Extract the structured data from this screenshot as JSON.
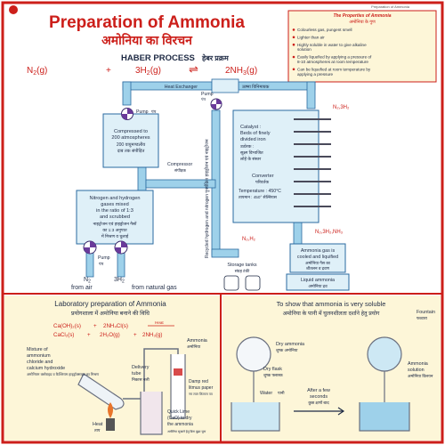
{
  "header": {
    "publisher": "",
    "top_right": "Preparation of Ammonia",
    "title_en": "Preparation of Ammonia",
    "title_hi": "अमोनिया का विरचन",
    "process_en": "HABER PROCESS",
    "process_hi": "हेबर प्रक्रम"
  },
  "equation": {
    "n2": "N",
    "n2_sub": "2",
    "n2_state": "(g)",
    "plus": "+",
    "h2_coef": "3H",
    "h2_sub": "2",
    "h2_state": "(g)",
    "arrow": "⇌",
    "nh3": "2NH",
    "nh3_sub": "3",
    "nh3_state": "(g)"
  },
  "properties": {
    "title_en": "The Properties of Ammonia",
    "title_hi": "अमोनिया के गुण",
    "items": [
      "Colourless gas, pungent smell",
      "Lighter than air",
      "Highly soluble in water to give alkaline solution",
      "Easily liquefied by applying a pressure of 8-10 atmospheres at room temperature",
      "Can be liquefied at room temperature by applying a pressure"
    ]
  },
  "haber": {
    "heat_exchanger_en": "Heat Exchanger",
    "heat_exchanger_hi": "ऊष्मा विनिमायक",
    "pump_top_en": "Pump",
    "pump_top_hi": "पंप",
    "pump_mid_en": "Pump",
    "pump_mid_hi": "पंप",
    "pump_bottom_en": "Pump",
    "pump_bottom_hi": "पंप",
    "compressed_en_1": "Compressed to",
    "compressed_en_2": "200 atmospheres",
    "compressed_hi_1": "200 वायुमण्डलीय",
    "compressed_hi_2": "दाब तक संपीड़ित",
    "compressor_en": "Compressor",
    "compressor_hi": "संपीड़क",
    "mixed_en_1": "Nitrogen and hydrogen",
    "mixed_en_2": "gases mixed",
    "mixed_en_3": "in the ratio of 1:3",
    "mixed_en_4": "and scrubbed",
    "mixed_hi_1": "नाइट्रोजन एवं हाइड्रोजन गैसों",
    "mixed_hi_2": "का 1:3 अनुपात",
    "mixed_hi_3": "में मिश्रण व धुलाई",
    "n2_label": "N",
    "n2_sub": "2",
    "h2_label": "3H",
    "h2_sub": "2",
    "from_air": "from air",
    "from_gas": "from natural gas",
    "recycled": "Recycled hydrogen and nitrogen पुनर्चक्रित हाइड्रोजन एवं नाइट्रोजन",
    "catalyst_en_1": "Catalyst :",
    "catalyst_en_2": "Beds of finely",
    "catalyst_en_3": "divided iron",
    "catalyst_hi_1": "उत्प्रेरक :",
    "catalyst_hi_2": "सूक्ष्म विभाजित",
    "catalyst_hi_3": "लोहे के संस्तर",
    "converter_en": "Converter",
    "converter_hi": "परिवर्तक",
    "temperature_en": "Temperature : 450°C",
    "temperature_hi": "तापमान : 450° सेल्सियस",
    "n2h2_top": "N₂,3H₂",
    "nh3_mix": "N₂,3H₂,NH₃",
    "n2h2_return": "N₂,H₂",
    "cooled_en_1": "Ammonia gas is",
    "cooled_en_2": "cooled and liquified",
    "cooled_hi_1": "अमोनिया गैस का",
    "cooled_hi_2": "शीतलन व द्रवण",
    "liquid_en": "Liquid ammonia",
    "liquid_hi": "अमोनिया द्रव",
    "storage_en": "Storage tanks",
    "storage_hi": "संग्रह टंकी"
  },
  "lab": {
    "title_en": "Laboratory preparation of Ammonia",
    "title_hi": "प्रयोगशाला में अमोनिया बनाने की विधि",
    "eq1_left": "Ca(OH)₂(s)",
    "eq1_plus": "+",
    "eq1_right": "2NH₄Cl(s)",
    "eq1_condition": "Heat",
    "eq2_left": "CaCl₂(s)",
    "eq2_plus1": "+",
    "eq2_mid": "2H₂O(g)",
    "eq2_plus2": "+",
    "eq2_right": "2NH₃(g)",
    "mixture_1": "Mixture of",
    "mixture_2": "ammonium",
    "mixture_3": "chloride and",
    "mixture_4": "calcium hydroxide",
    "mixture_hi": "अमोनियम क्लोराइड व कैल्शियम हाइड्रॉक्साइड का मिश्रण",
    "ammonia_en": "Ammonia",
    "ammonia_hi": "अमोनिया",
    "delivery_1": "Delivery",
    "delivery_2": "tube",
    "delivery_hi": "निकास नली",
    "litmus_1": "Damp red",
    "litmus_2": "litmus paper",
    "litmus_hi": "नम लाल लिटमस पत्र",
    "heat_en": "Heat",
    "heat_hi": "ताप",
    "quicklime_1": "Quick Lime",
    "quicklime_2": "(CaO) to dry",
    "quicklime_3": "the ammonia",
    "quicklime_hi": "अमोनिया सुखाने हेतु बिना बुझा चूना"
  },
  "solubility": {
    "title_en": "To show that ammonia is very soluble",
    "title_hi": "अमोनिया के पानी में घुलनशीलता दर्शाने हेतु प्रयोग",
    "dry_ammonia_en": "Dry ammonia",
    "dry_ammonia_hi": "शुष्क अमोनिया",
    "dry_flask_en": "Dry flask",
    "dry_flask_hi": "शुष्क फ्लास्क",
    "water_en": "Water",
    "water_hi": "पानी",
    "fountain_en": "Fountain",
    "fountain_hi": "फव्वारा",
    "solution_en_1": "Ammonia",
    "solution_en_2": "solution",
    "solution_hi": "अमोनिया विलयन",
    "after_1": "After a few",
    "after_2": "seconds",
    "after_hi": "कुछ क्षणों बाद"
  },
  "footer": {
    "text": ""
  },
  "colors": {
    "border": "#cc1f1a",
    "pipe": "#9ed1ea",
    "pipe_edge": "#2a6aa0",
    "box_fill": "#dff0f8",
    "panel_fill": "#fdf6d8",
    "title_red": "#cc1f1a",
    "background": "#ffffff"
  }
}
